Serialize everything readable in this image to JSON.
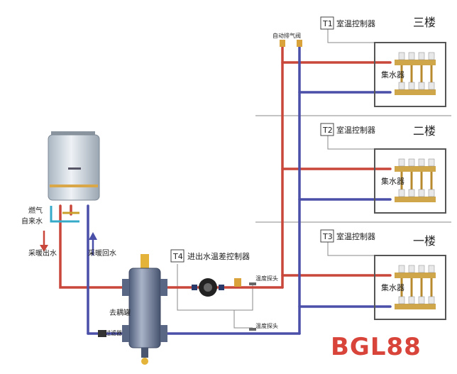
{
  "floors": [
    {
      "name": "三楼",
      "thermostat_tag": "T1",
      "thermostat_label": "室温控制器",
      "manifold_label": "集水器"
    },
    {
      "name": "二楼",
      "thermostat_tag": "T2",
      "thermostat_label": "室温控制器",
      "manifold_label": "集水器"
    },
    {
      "name": "一楼",
      "thermostat_tag": "T3",
      "thermostat_label": "室温控制器",
      "manifold_label": "集水器"
    }
  ],
  "labels": {
    "auto_vent": "自动排气阀",
    "gas": "燃气",
    "tap_water": "自来水",
    "heating_supply": "采暖出水",
    "heating_return": "采暖回水",
    "differential_controller_tag": "T4",
    "differential_controller": "进出水温差控制器",
    "temp_probe_supply": "温度探头",
    "temp_probe_return": "温度探头",
    "decoupling_tank": "去耦罐",
    "filter": "过滤器"
  },
  "logo_text": "BGL88",
  "colors": {
    "supply_pipe": "#c8463a",
    "return_pipe": "#4a4fa8",
    "logo": "#d9443a"
  }
}
